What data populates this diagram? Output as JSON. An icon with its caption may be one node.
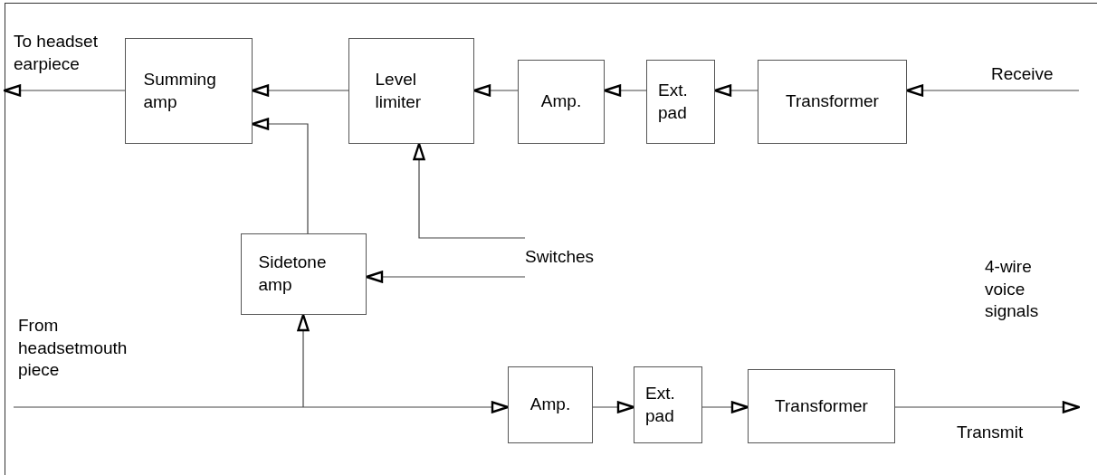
{
  "diagram": {
    "nodes": [
      {
        "text": [
          "To headset earpiece"
        ]
      },
      {
        "text": [
          "Summing amp"
        ]
      },
      {
        "text": [
          "Level limiter"
        ]
      },
      {
        "text": [
          "Amp."
        ]
      },
      {
        "text": [
          "Ext. pad"
        ]
      },
      {
        "text": [
          "Transformer"
        ]
      },
      {
        "text": [
          "Switches"
        ]
      },
      {
        "text": [
          "Sidetone amp"
        ]
      },
      {
        "text": [
          "Amp."
        ]
      },
      {
        "text": [
          "Ext. pad"
        ]
      },
      {
        "text": [
          "Transformer"
        ]
      }
    ],
    "edges": [
      {
        "from": 1,
        "to": 0,
        "arrow": "to"
      },
      {
        "from": 2,
        "to": 1,
        "arrow": "to"
      },
      {
        "from": 3,
        "to": 2,
        "arrow": "to"
      },
      {
        "from": 4,
        "to": 3,
        "arrow": "to"
      },
      {
        "from": 5,
        "to": 4,
        "arrow": "to"
      },
      {
        "from": null,
        "to": 5,
        "arrow": "to"
      },
      {
        "from": 7,
        "to": 1,
        "arrow": "to"
      },
      {
        "from": 6,
        "to": 2,
        "arrow": "to"
      },
      {
        "from": 6,
        "to": 7,
        "arrow": "to"
      },
      {
        "from": null,
        "to": 8,
        "arrow": "to"
      },
      {
        "from": null,
        "to": 7,
        "arrow": "to"
      },
      {
        "from": 8,
        "to": 9,
        "arrow": "to"
      },
      {
        "from": 9,
        "to": 10,
        "arrow": "to"
      },
      {
        "from": 10,
        "to": null,
        "arrow": "to"
      }
    ],
    "labels": [
      "Receive",
      "4-wire voice signals",
      "From headsetmouth piece",
      "Transmit"
    ]
  }
}
